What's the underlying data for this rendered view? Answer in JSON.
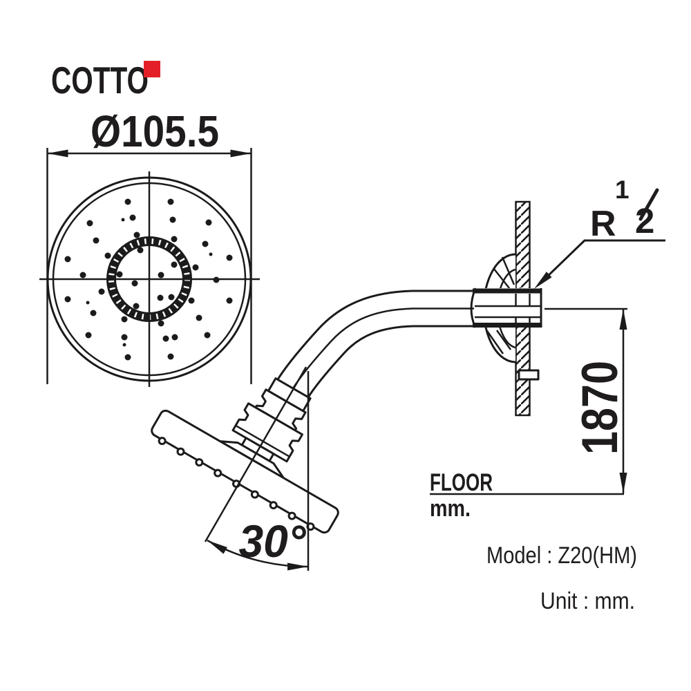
{
  "brand": {
    "logo_text": "COTTO",
    "logo_color": "#231f20",
    "accent_color": "#e32028"
  },
  "drawing": {
    "line_color": "#1b1b1b",
    "background": "#ffffff",
    "top_view": {
      "diameter_label": "Ø105.5",
      "nozzle_dots": [
        [
          185,
          292,
          4.5
        ],
        [
          247,
          292,
          4.5
        ],
        [
          192,
          315,
          4.5
        ],
        [
          178,
          318,
          2.5
        ],
        [
          250,
          318,
          4.5
        ],
        [
          130,
          323,
          4.5
        ],
        [
          302,
          322,
          4.5
        ],
        [
          198,
          340,
          4.5
        ],
        [
          139,
          348,
          4.5
        ],
        [
          252,
          346,
          4.5
        ],
        [
          297,
          353,
          4.5
        ],
        [
          305,
          368,
          2.5
        ],
        [
          98,
          375,
          4.5
        ],
        [
          332,
          373,
          4.5
        ],
        [
          156,
          370,
          4.5
        ],
        [
          203,
          362,
          4.5
        ],
        [
          252,
          383,
          4.5
        ],
        [
          283,
          387,
          4.5
        ],
        [
          120,
          398,
          4.5
        ],
        [
          173,
          397,
          4.5
        ],
        [
          233,
          398,
          4.5
        ],
        [
          313,
          405,
          4.5
        ],
        [
          195,
          410,
          4.5
        ],
        [
          232,
          431,
          4.5
        ],
        [
          98,
          433,
          4.5
        ],
        [
          147,
          422,
          4.5
        ],
        [
          127,
          438,
          2.5
        ],
        [
          248,
          430,
          4.5
        ],
        [
          277,
          435,
          4.5
        ],
        [
          332,
          435,
          4.5
        ],
        [
          135,
          453,
          4.5
        ],
        [
          197,
          443,
          4.5
        ],
        [
          180,
          462,
          4.5
        ],
        [
          233,
          468,
          4.5
        ],
        [
          288,
          460,
          4.5
        ],
        [
          128,
          485,
          4.5
        ],
        [
          180,
          488,
          4.5
        ],
        [
          240,
          490,
          4.5
        ],
        [
          253,
          488,
          4.5
        ],
        [
          300,
          485,
          4.5
        ],
        [
          180,
          499,
          2.5
        ],
        [
          185,
          517,
          4.5
        ],
        [
          247,
          516,
          4.5
        ]
      ]
    },
    "side_view": {
      "angle_label": "30°",
      "height_label": "1870",
      "floor_label": "FLOOR",
      "floor_unit_label": "mm.",
      "thread_label": {
        "prefix": "R",
        "numerator": "1",
        "denominator": "2"
      }
    }
  },
  "footer": {
    "model_label": "Model : Z20(HM)",
    "unit_label": "Unit : mm."
  }
}
